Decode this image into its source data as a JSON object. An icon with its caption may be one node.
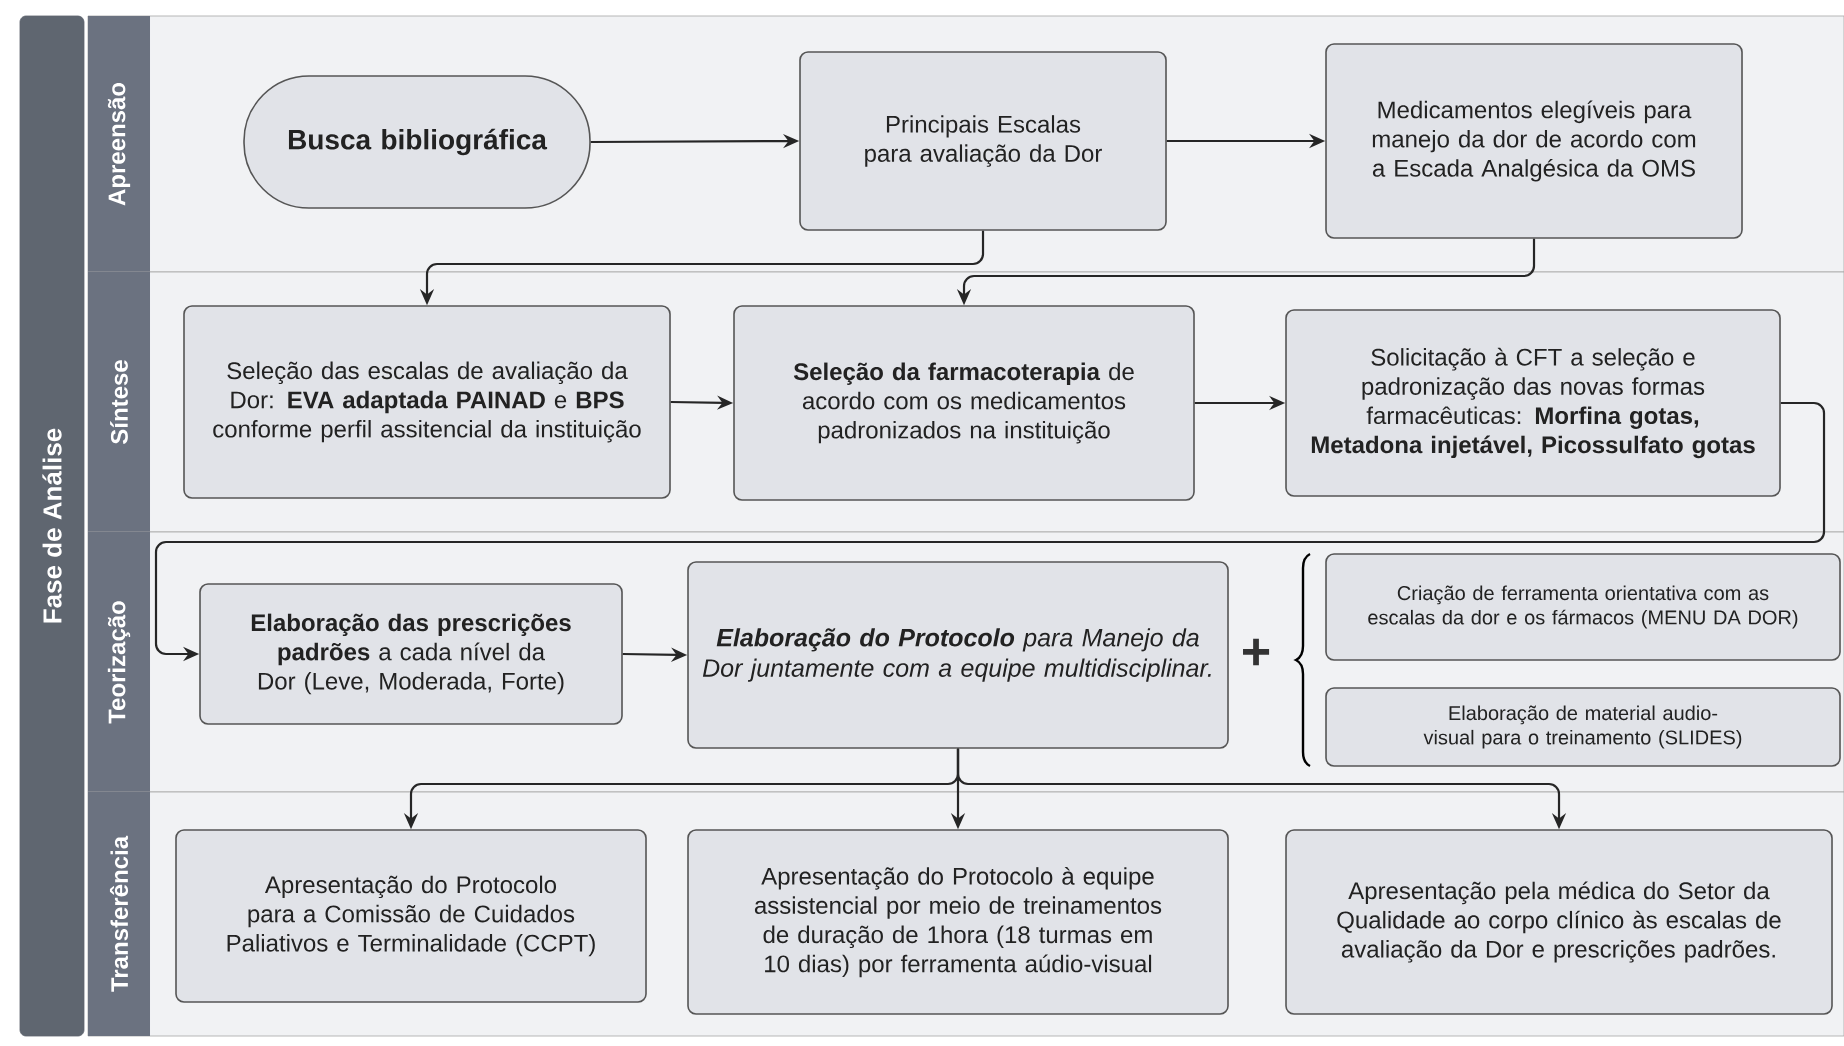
{
  "diagram": {
    "nodes": [
      {
        "text": [
          "Fase de Análise"
        ]
      },
      {
        "text": [
          "Apreensão"
        ]
      },
      {
        "text": [
          "Síntese"
        ]
      },
      {
        "text": [
          "Teorização"
        ]
      },
      {
        "text": [
          "Transferência"
        ]
      },
      {
        "text": [
          "Busca bibliográfica"
        ],
        "in": 1
      },
      {
        "text": [
          "Principais Escalas para avaliação da Dor"
        ],
        "in": 1
      },
      {
        "text": [
          "Medicamentos elegíveis para manejo da dor de acordo com a Escada Analgésica da OMS"
        ],
        "in": 1
      },
      {
        "text": [
          "Seleção das escalas de avaliação da Dor: **EVA adaptada PAINAD** e **BPS** conforme  perfil assitencial da instituição"
        ],
        "in": 2
      },
      {
        "text": [
          "**Seleção da farmacoterapia** de acordo com os medicamentos padronizados na instituição"
        ],
        "in": 2
      },
      {
        "text": [
          "Solicitação à CFT a seleção e padronização das novas formas farmacêuticas: **Morfina gotas, Metadona injetável, Picossulfato gotas**"
        ],
        "in": 2
      },
      {
        "text": [
          "**Elaboração das prescrições padrões** a cada nível da Dor (Leve, Moderada, Forte)"
        ],
        "in": 3
      },
      {
        "text": [
          "**Elaboração do Protocolo** para Manejo da Dor juntamente com a equipe multidisciplinar."
        ],
        "in": 3
      },
      {
        "text": [
          "Criação de ferramenta orientativa com as escalas da dor e os fármacos (MENU DA DOR)"
        ],
        "in": 3
      },
      {
        "text": [
          "Elaboração de material audio-visual para o treinamento (SLIDES)"
        ],
        "in": 3
      },
      {
        "text": [
          "Apresentação do Protocolo para a Comissão de Cuidados Paliativos e Terminalidade (CCPT)"
        ],
        "in": 4
      },
      {
        "text": [
          "Apresentação do Protocolo à equipe assistencial por meio de treinamentos de duração de 1hora (18 turmas em 10 dias) por ferramenta aúdio-visual"
        ],
        "in": 4
      },
      {
        "text": [
          "Apresentação pela médica do Setor da Qualidade ao corpo clínico às escalas de avaliação da Dor e prescrições padrões."
        ],
        "in": 4
      }
    ],
    "edges": [
      {
        "from": 5,
        "to": 6,
        "arrow": "to"
      },
      {
        "from": 6,
        "to": 7,
        "arrow": "to"
      },
      {
        "from": 6,
        "to": 8,
        "arrow": "to"
      },
      {
        "from": 7,
        "to": 9,
        "arrow": "to"
      },
      {
        "from": 8,
        "to": 9,
        "arrow": "to"
      },
      {
        "from": 9,
        "to": 10,
        "arrow": "to"
      },
      {
        "from": 10,
        "to": 11,
        "arrow": "to"
      },
      {
        "from": 11,
        "to": 12,
        "arrow": "to"
      },
      {
        "from": 12,
        "to": 15,
        "arrow": "to"
      },
      {
        "from": 12,
        "to": 16,
        "arrow": "to"
      },
      {
        "from": 12,
        "to": 17,
        "arrow": "to"
      }
    ],
    "labels": [
      "+"
    ]
  }
}
